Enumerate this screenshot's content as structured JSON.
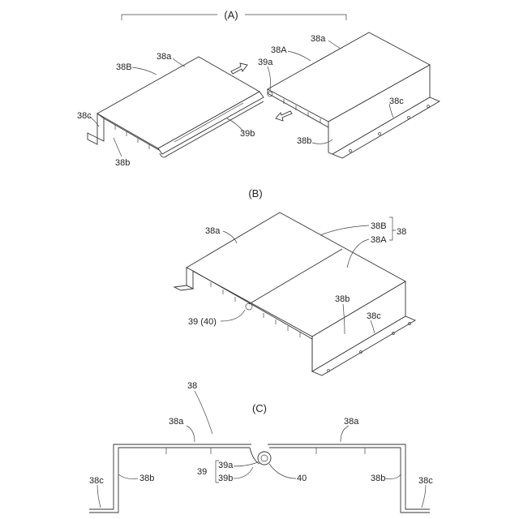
{
  "sections": {
    "a": "(A)",
    "b": "(B)",
    "c": "(C)"
  },
  "labels_a": {
    "38B": "38B",
    "38a_left": "38a",
    "38c_left": "38c",
    "38b_left": "38b",
    "39b": "39b",
    "38A": "38A",
    "38a_right": "38a",
    "39a": "39a",
    "38c_right": "38c",
    "38b_right": "38b"
  },
  "labels_b": {
    "38a": "38a",
    "38B": "38B",
    "38A": "38A",
    "38": "38",
    "38b": "38b",
    "38c": "38c",
    "39_40": "39 (40)"
  },
  "labels_c": {
    "38": "38",
    "38a_left": "38a",
    "38a_right": "38a",
    "39": "39",
    "39a": "39a",
    "39b": "39b",
    "40": "40",
    "38b_left": "38b",
    "38b_right": "38b",
    "38c_left": "38c",
    "38c_right": "38c"
  }
}
